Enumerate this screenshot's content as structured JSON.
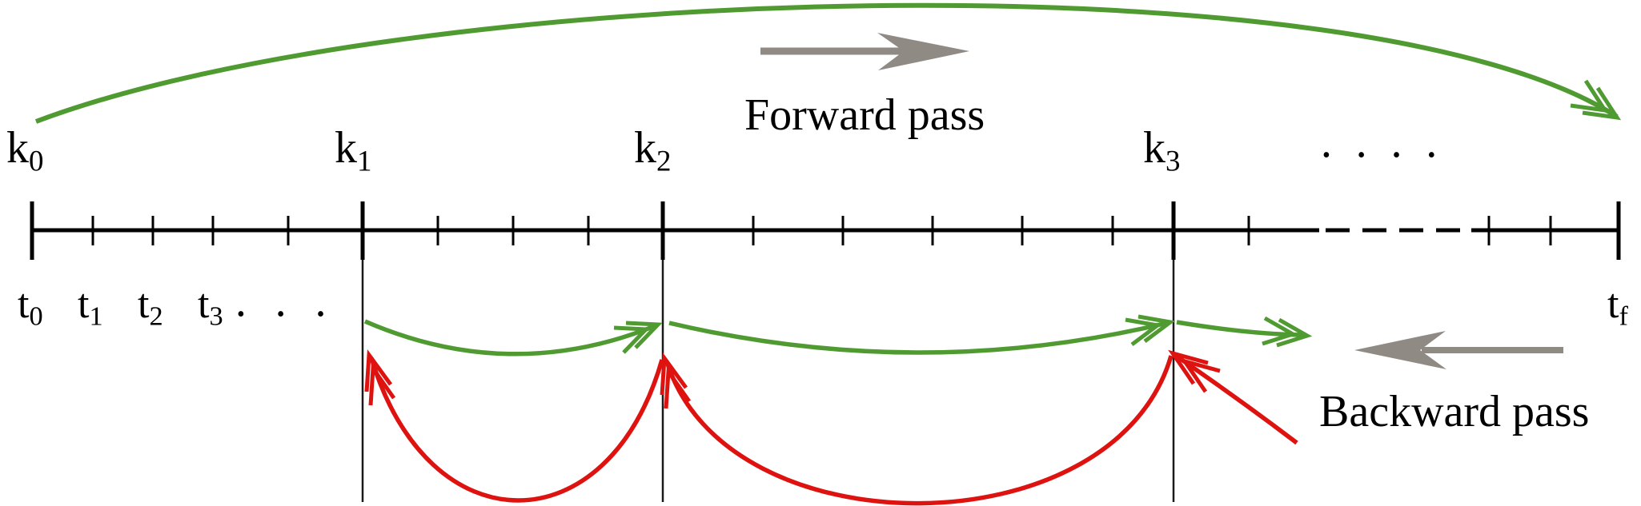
{
  "figure": {
    "forward_label": "Forward pass",
    "backward_label": "Backward pass",
    "checkpoint_labels": [
      {
        "base": "k",
        "sub": "0"
      },
      {
        "base": "k",
        "sub": "1"
      },
      {
        "base": "k",
        "sub": "2"
      },
      {
        "base": "k",
        "sub": "3"
      }
    ],
    "time_labels": [
      {
        "base": "t",
        "sub": "0"
      },
      {
        "base": "t",
        "sub": "1"
      },
      {
        "base": "t",
        "sub": "2"
      },
      {
        "base": "t",
        "sub": "3"
      }
    ],
    "final_time_label": {
      "base": "t",
      "sub": "f"
    },
    "ellipsis_checkpoints": "••••",
    "ellipsis_times": "•••",
    "colors": {
      "green": "#4f9a31",
      "red": "#de1310",
      "gray": "#8f8a84",
      "black": "#000000"
    }
  }
}
